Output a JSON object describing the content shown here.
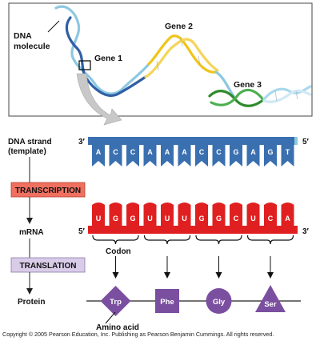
{
  "labels": {
    "dna_molecule": [
      "DNA",
      "molecule"
    ],
    "gene1": "Gene 1",
    "gene2": "Gene 2",
    "gene3": "Gene 3",
    "dna_strand": [
      "DNA strand",
      "(template)"
    ],
    "transcription": "TRANSCRIPTION",
    "mrna": "mRNA",
    "codon": "Codon",
    "translation": "TRANSLATION",
    "protein": "Protein",
    "amino_acid": "Amino acid",
    "prime_3": "3′",
    "prime_5": "5′"
  },
  "dna_bases": [
    "A",
    "C",
    "C",
    "A",
    "A",
    "A",
    "C",
    "C",
    "G",
    "A",
    "G",
    "T"
  ],
  "mrna_bases": [
    "U",
    "G",
    "G",
    "U",
    "U",
    "U",
    "G",
    "G",
    "C",
    "U",
    "C",
    "A"
  ],
  "amino_acids": [
    {
      "name": "Trp",
      "shape": "diamond"
    },
    {
      "name": "Phe",
      "shape": "square"
    },
    {
      "name": "Gly",
      "shape": "circle"
    },
    {
      "name": "Ser",
      "shape": "triangle"
    }
  ],
  "colors": {
    "dna_blue": "#3a6fb0",
    "dna_light": "#8cc8e0",
    "rna_red": "#e02020",
    "gene2_yellow": "#f0c419",
    "gene3_green": "#2e8b2e",
    "protein_purple": "#7b4fa0",
    "transcription_box": "#f07060",
    "translation_box": "#d8cce8"
  },
  "copyright": "Copyright © 2005 Pearson Education, Inc. Publishing as Pearson Benjamin Cummings. All rights reserved."
}
